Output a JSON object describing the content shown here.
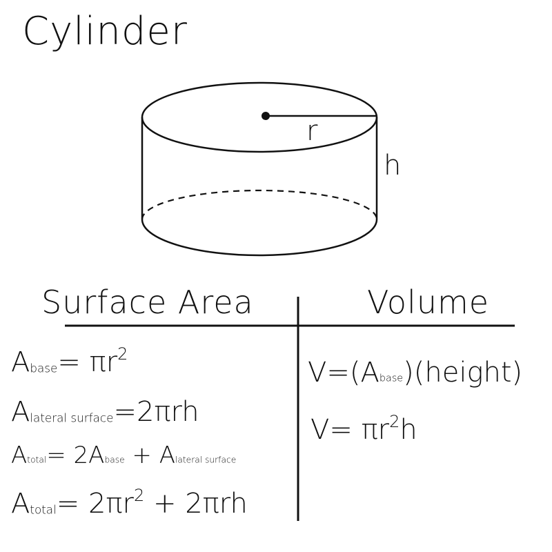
{
  "title": "Cylinder",
  "diagram": {
    "radius_label": "r",
    "height_label": "h"
  },
  "headings": {
    "surface_area": "Surface Area",
    "volume": "Volume"
  },
  "surface_area_formulas": [
    {
      "lhs": "A",
      "sub": "base",
      "rhs_a": "= πr",
      "sup": "2",
      "rhs_b": ""
    },
    {
      "lhs": "A",
      "sub": "lateral surface",
      "rhs_a": "=2πrh",
      "sup": "",
      "rhs_b": ""
    },
    {
      "lhs": "A",
      "sub": "total",
      "rhs_a": "= 2A",
      "sub2": "base",
      "rhs_b": " + A",
      "sub3": "lateral surface"
    },
    {
      "lhs": "A",
      "sub": "total",
      "rhs_a": "= 2πr",
      "sup": "2",
      "rhs_b": " + 2πrh"
    }
  ],
  "volume_formulas": [
    {
      "part1": "V=(A",
      "sub": "base",
      "part2": ")(height)"
    },
    {
      "part1": "V= πr",
      "sup": "2",
      "part2": "h"
    }
  ]
}
